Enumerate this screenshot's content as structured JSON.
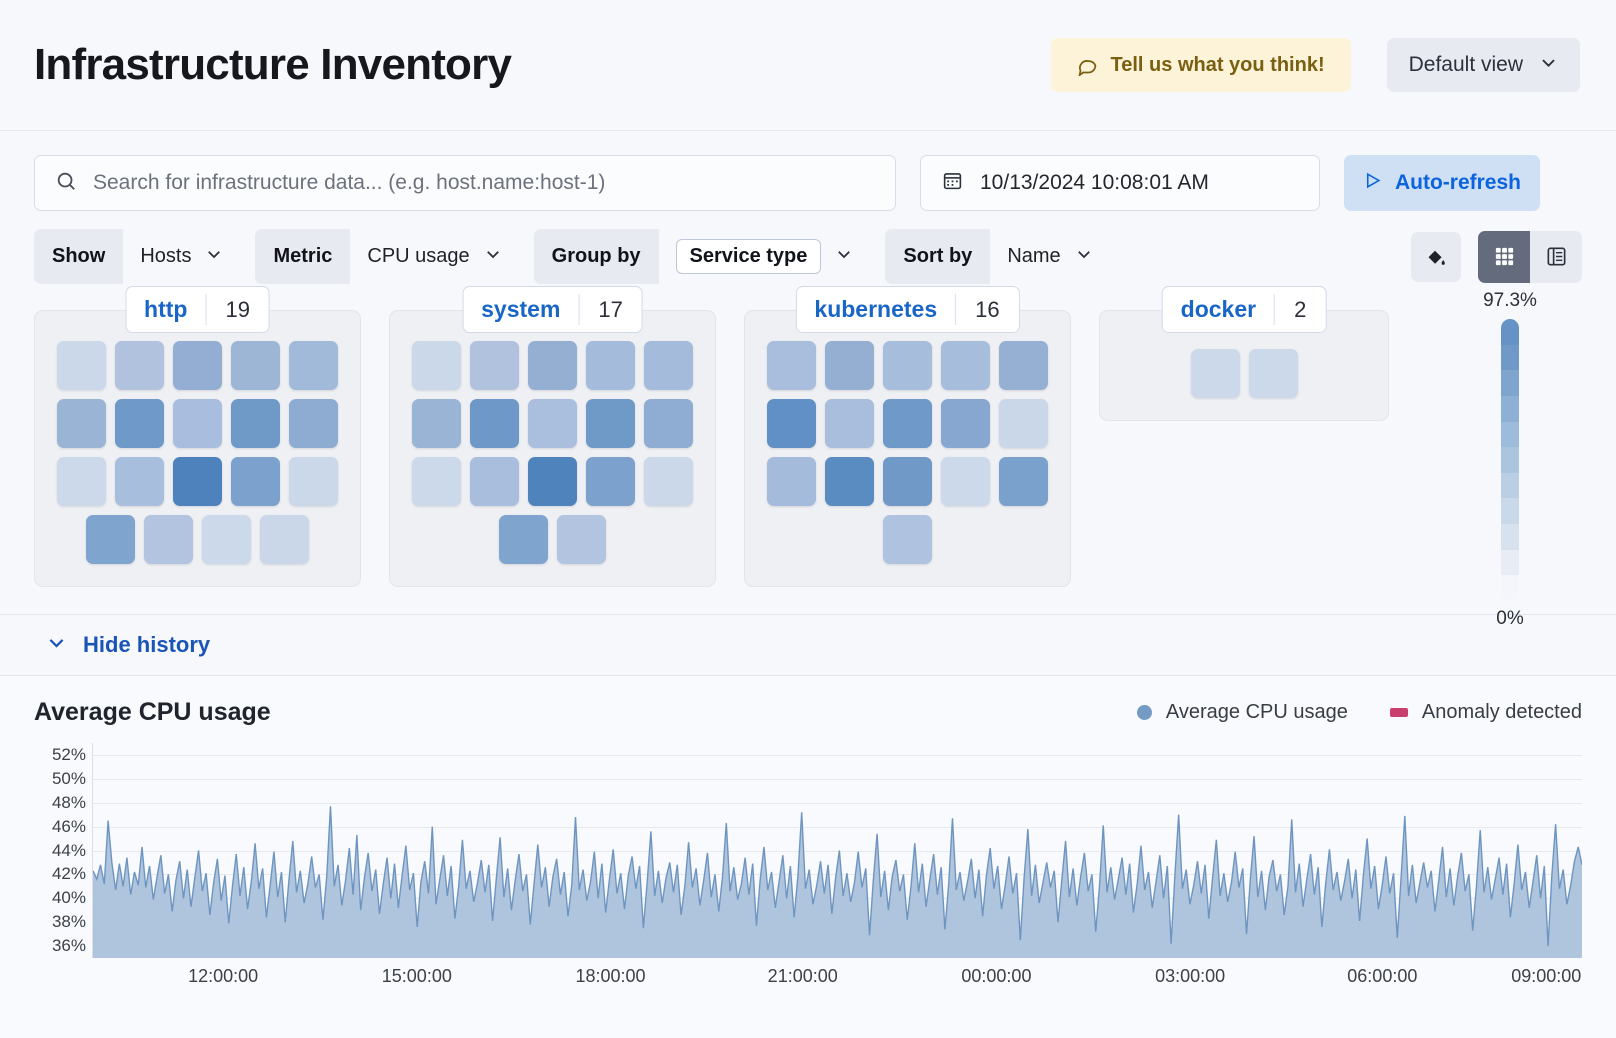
{
  "header": {
    "title": "Infrastructure Inventory",
    "feedback_label": "Tell us what you think!",
    "view_label": "Default view"
  },
  "search": {
    "placeholder": "Search for infrastructure data... (e.g. host.name:host-1)",
    "date_value": "10/13/2024 10:08:01 AM",
    "refresh_label": "Auto-refresh"
  },
  "filters": [
    {
      "label": "Show",
      "value": "Hosts",
      "boxed": false
    },
    {
      "label": "Metric",
      "value": "CPU usage",
      "boxed": false
    },
    {
      "label": "Group by",
      "value": "Service type",
      "boxed": true
    },
    {
      "label": "Sort by",
      "value": "Name",
      "boxed": false
    }
  ],
  "tools": {
    "palette_icon": "color-fill-icon",
    "grid_view_icon": "grid-view-icon",
    "table_view_icon": "table-view-icon",
    "active_view": "grid"
  },
  "legend_scale": {
    "max": "97.3%",
    "min": "0%"
  },
  "groups": [
    {
      "name": "http",
      "count": "19",
      "rows": [
        [
          "#CBD8E9",
          "#B0C2DE",
          "#93AED2",
          "#9DB6D6",
          "#A2BADA"
        ],
        [
          "#9AB4D6",
          "#6E99C8",
          "#A9BEDE",
          "#6F9AC8",
          "#8EABD2"
        ],
        [
          "#CCD9EA",
          "#A8BEDD",
          "#4E82BC",
          "#7BA1CC",
          "#CBD8E9"
        ],
        [
          "#7FA4CE",
          "#B2C4E0",
          "#CCD9EA",
          "#C9D7E9"
        ]
      ]
    },
    {
      "name": "system",
      "count": "17",
      "rows": [
        [
          "#CBD8E9",
          "#B0C2DE",
          "#94AFD2",
          "#A4BBDB",
          "#A4BBDB"
        ],
        [
          "#9AB4D6",
          "#6D98C8",
          "#AABFDE",
          "#6F9AC8",
          "#8FACD2"
        ],
        [
          "#CCD9EA",
          "#A9BEDD",
          "#4F83BC",
          "#7BA1CC",
          "#CBD8E9"
        ],
        [
          "#7FA4CE",
          "#B2C4E0"
        ]
      ]
    },
    {
      "name": "kubernetes",
      "count": "16",
      "rows": [
        [
          "#A9BEDD",
          "#94AFD2",
          "#A7BDDC",
          "#A7BDDC",
          "#95B0D3"
        ],
        [
          "#6090C5",
          "#A9BEDD",
          "#6E99C8",
          "#88A7D0",
          "#C9D7E9"
        ],
        [
          "#A5BBDB",
          "#5A8CC2",
          "#7099C8",
          "#CCD9EA",
          "#7AA0CC"
        ],
        [
          "#AFC2DF"
        ]
      ]
    },
    {
      "name": "docker",
      "count": "2",
      "rows": [
        [
          "#CCD9EA",
          "#CCD9EA"
        ]
      ]
    }
  ],
  "history": {
    "toggle_label": "Hide history"
  },
  "chart_data": {
    "type": "area",
    "title": "Average CPU usage",
    "legend": [
      {
        "label": "Average CPU usage",
        "color": "#739BC4",
        "marker": "dot"
      },
      {
        "label": "Anomaly detected",
        "color": "#C9406E",
        "marker": "square"
      }
    ],
    "xlabel": "",
    "ylabel": "",
    "ylim": [
      35,
      53
    ],
    "yticks": [
      "52%",
      "50%",
      "48%",
      "46%",
      "44%",
      "42%",
      "40%",
      "38%",
      "36%"
    ],
    "ytick_values": [
      52,
      50,
      48,
      46,
      44,
      42,
      40,
      38,
      36
    ],
    "xticks": [
      "12:00:00",
      "15:00:00",
      "18:00:00",
      "21:00:00",
      "00:00:00",
      "03:00:00",
      "06:00:00",
      "09:00:00"
    ],
    "xtick_positions": [
      0.088,
      0.218,
      0.348,
      0.477,
      0.607,
      0.737,
      0.866,
      0.976
    ],
    "grid": true,
    "line_color": "#6E95C0",
    "fill_color": "#AFC4DD",
    "values": [
      42.3,
      41.6,
      42.8,
      41.2,
      46.5,
      43.0,
      40.7,
      42.9,
      41.0,
      43.4,
      40.3,
      42.2,
      41.1,
      44.3,
      40.9,
      42.7,
      39.9,
      41.8,
      43.6,
      40.4,
      42.0,
      38.9,
      41.5,
      43.1,
      40.0,
      42.4,
      39.3,
      41.7,
      44.0,
      40.6,
      42.1,
      38.6,
      41.3,
      43.3,
      39.8,
      41.9,
      37.9,
      41.0,
      43.7,
      40.2,
      42.6,
      39.1,
      41.4,
      44.6,
      40.8,
      42.5,
      38.4,
      41.1,
      43.9,
      40.1,
      42.2,
      38.0,
      41.6,
      44.8,
      40.5,
      42.3,
      39.6,
      41.2,
      43.5,
      40.9,
      42.0,
      38.2,
      41.8,
      47.7,
      41.0,
      42.8,
      39.4,
      41.5,
      44.2,
      40.3,
      45.3,
      39.0,
      41.7,
      43.8,
      40.6,
      42.4,
      38.7,
      41.2,
      43.4,
      40.0,
      42.9,
      39.2,
      41.9,
      44.4,
      40.7,
      42.1,
      37.6,
      41.4,
      43.1,
      40.4,
      46.0,
      39.5,
      41.6,
      43.6,
      40.2,
      42.7,
      38.3,
      41.0,
      44.9,
      40.8,
      42.3,
      39.7,
      41.3,
      43.2,
      40.5,
      42.8,
      38.1,
      41.7,
      45.1,
      40.1,
      42.5,
      39.0,
      41.5,
      43.7,
      40.6,
      42.0,
      37.8,
      41.2,
      44.5,
      40.9,
      42.6,
      39.3,
      41.8,
      43.3,
      40.3,
      42.2,
      38.5,
      41.1,
      46.8,
      40.7,
      42.4,
      39.8,
      41.4,
      43.9,
      40.0,
      42.9,
      38.8,
      41.6,
      44.1,
      40.4,
      42.1,
      39.1,
      41.9,
      43.5,
      40.8,
      42.7,
      37.5,
      41.3,
      45.6,
      40.2,
      42.3,
      39.6,
      41.7,
      43.0,
      40.5,
      42.8,
      38.6,
      41.0,
      44.7,
      40.9,
      42.5,
      39.4,
      41.5,
      43.8,
      40.1,
      42.0,
      38.9,
      41.8,
      46.3,
      40.6,
      42.6,
      39.9,
      41.2,
      43.4,
      40.3,
      42.9,
      37.7,
      41.6,
      44.3,
      40.7,
      42.2,
      39.2,
      41.4,
      43.6,
      40.0,
      42.7,
      38.4,
      41.9,
      47.2,
      40.8,
      42.4,
      39.5,
      41.1,
      43.1,
      40.4,
      42.8,
      38.7,
      41.7,
      44.0,
      40.2,
      42.1,
      39.7,
      41.3,
      43.9,
      40.9,
      42.5,
      36.9,
      41.5,
      45.4,
      40.1,
      42.3,
      39.0,
      41.8,
      43.2,
      40.6,
      42.0,
      38.2,
      41.0,
      44.6,
      40.5,
      42.9,
      39.3,
      41.6,
      43.7,
      40.3,
      42.6,
      37.4,
      41.2,
      46.7,
      40.7,
      42.2,
      39.8,
      41.4,
      43.3,
      40.0,
      42.4,
      38.5,
      41.9,
      44.2,
      40.8,
      42.7,
      39.1,
      41.1,
      43.5,
      40.4,
      42.1,
      36.5,
      41.7,
      45.8,
      40.2,
      42.8,
      39.6,
      41.3,
      43.0,
      40.9,
      42.3,
      38.0,
      41.5,
      44.8,
      40.1,
      42.5,
      39.4,
      41.8,
      43.8,
      40.6,
      42.0,
      37.2,
      41.0,
      46.1,
      40.5,
      42.6,
      39.9,
      41.6,
      43.4,
      40.3,
      42.9,
      38.8,
      41.2,
      44.4,
      40.7,
      42.2,
      39.2,
      41.4,
      43.6,
      40.0,
      42.7,
      36.2,
      41.9,
      47.0,
      40.8,
      42.4,
      39.5,
      41.1,
      43.1,
      40.4,
      42.8,
      38.3,
      41.7,
      44.9,
      40.2,
      42.1,
      39.7,
      41.3,
      43.9,
      40.9,
      42.5,
      37.0,
      41.5,
      45.2,
      40.1,
      42.3,
      39.0,
      41.8,
      43.2,
      40.6,
      42.0,
      38.6,
      41.0,
      46.6,
      40.5,
      42.9,
      39.3,
      41.6,
      43.7,
      40.3,
      42.6,
      37.6,
      41.2,
      44.1,
      40.7,
      42.2,
      39.8,
      41.4,
      43.3,
      40.0,
      42.4,
      38.1,
      41.9,
      45.0,
      40.8,
      42.7,
      39.1,
      41.1,
      43.5,
      40.4,
      42.1,
      36.7,
      41.7,
      46.9,
      40.2,
      42.8,
      39.6,
      41.3,
      43.0,
      40.9,
      42.3,
      38.9,
      41.5,
      44.3,
      40.1,
      42.5,
      39.4,
      41.8,
      43.8,
      40.6,
      42.0,
      37.3,
      41.0,
      45.7,
      40.5,
      42.6,
      39.9,
      41.6,
      43.4,
      40.3,
      42.9,
      38.4,
      41.2,
      44.5,
      40.7,
      42.2,
      39.2,
      41.4,
      43.6,
      40.0,
      42.7,
      36.0,
      41.9,
      46.2,
      40.8,
      42.4,
      39.5,
      41.1,
      43.1,
      44.3,
      42.8
    ]
  }
}
